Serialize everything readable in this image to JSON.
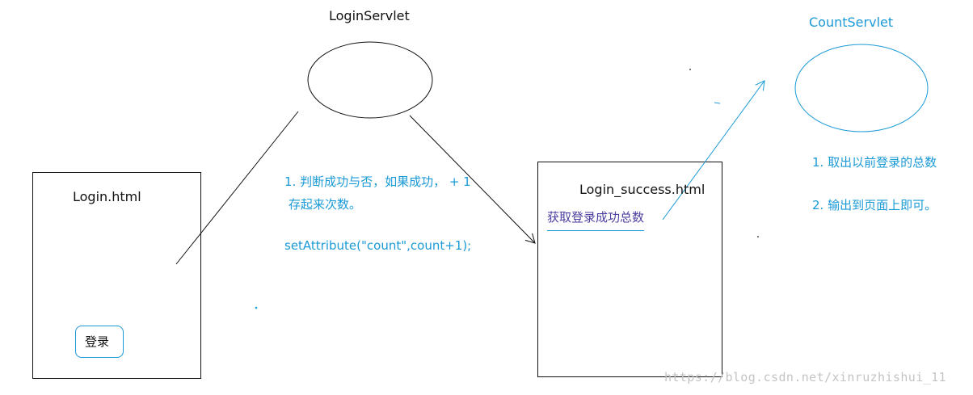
{
  "nodes": {
    "login_servlet": "LoginServlet",
    "count_servlet": "CountServlet",
    "login_html": "Login.html",
    "login_success_html": "Login_success.html"
  },
  "login_page": {
    "login_button": "登录"
  },
  "login_servlet_note": {
    "line1": "1. 判断成功与否，如果成功，  + 1",
    "line2": "存起来次数。",
    "code": "setAttribute(\"count\",count+1);"
  },
  "login_success_page": {
    "link": "获取登录成功总数"
  },
  "count_servlet_note": {
    "step1": "1. 取出以前登录的总数",
    "step2": "2. 输出到页面上即可。"
  },
  "watermark": "https://blog.csdn.net/xinruzhishui_11",
  "colors": {
    "black": "#111111",
    "blue": "#1a9ad6",
    "purple": "#4b3fa0",
    "watermark": "#c4c4c4"
  }
}
